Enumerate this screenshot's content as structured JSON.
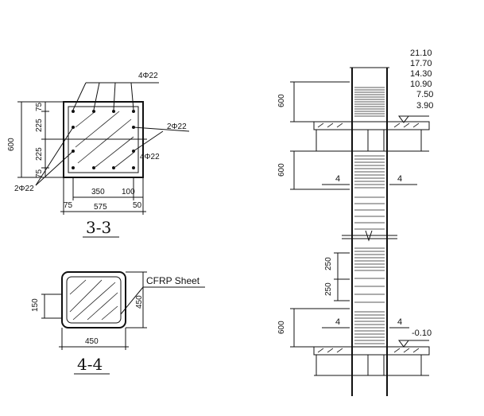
{
  "section_33": {
    "rebar_top": "4Φ22",
    "rebar_right": "2Φ22",
    "rebar_right_low": "4Φ22",
    "rebar_left_low": "2Φ22",
    "dim_height": "600",
    "dim_v": [
      "75",
      "225",
      "225",
      "75"
    ],
    "dim_350": "350",
    "dim_100": "100",
    "dim_75": "75",
    "dim_575": "575",
    "dim_50": "50",
    "title": "3-3"
  },
  "section_44": {
    "cfrp_label": "CFRP Sheet",
    "dim_150": "150",
    "dim_450_v": "450",
    "dim_450_h": "450",
    "title": "4-4"
  },
  "elevation": {
    "levels": [
      "21.10",
      "17.70",
      "14.30",
      "10.90",
      "7.50",
      "3.90"
    ],
    "level_bottom": "-0.10",
    "dim_600_top": "600",
    "dim_600_mid": "600",
    "dim_250_a": "250",
    "dim_250_b": "250",
    "dim_600_bot": "600",
    "mark_4_ul": "4",
    "mark_4_ur": "4",
    "mark_4_ll": "4",
    "mark_4_lr": "4"
  }
}
